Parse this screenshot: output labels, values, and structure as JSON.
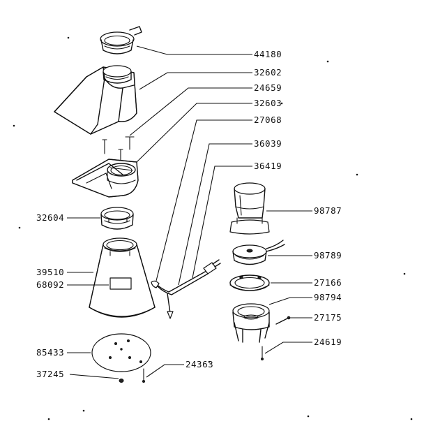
{
  "parts": [
    {
      "id": "p44180",
      "number": "44180"
    },
    {
      "id": "p32602",
      "number": "32602"
    },
    {
      "id": "p24659",
      "number": "24659"
    },
    {
      "id": "p32603",
      "number": "32603"
    },
    {
      "id": "p27068",
      "number": "27068"
    },
    {
      "id": "p36039",
      "number": "36039"
    },
    {
      "id": "p36419",
      "number": "36419"
    },
    {
      "id": "p98787",
      "number": "98787"
    },
    {
      "id": "p32604",
      "number": "32604"
    },
    {
      "id": "p98789",
      "number": "98789"
    },
    {
      "id": "p39510",
      "number": "39510"
    },
    {
      "id": "p68092",
      "number": "68092"
    },
    {
      "id": "p27166",
      "number": "27166"
    },
    {
      "id": "p98794",
      "number": "98794"
    },
    {
      "id": "p27175",
      "number": "27175"
    },
    {
      "id": "p24619",
      "number": "24619"
    },
    {
      "id": "p85433",
      "number": "85433"
    },
    {
      "id": "p24363",
      "number": "24363"
    },
    {
      "id": "p37245",
      "number": "37245"
    }
  ]
}
